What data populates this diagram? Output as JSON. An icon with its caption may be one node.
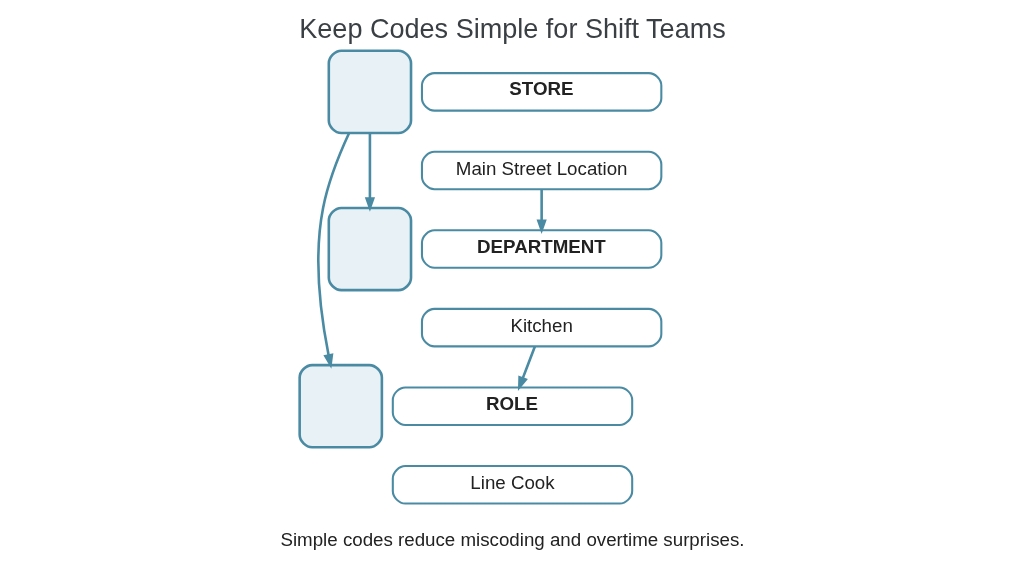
{
  "diagram": {
    "title": "Keep Codes Simple for Shift Teams",
    "caption": "Simple codes reduce miscoding and overtime surprises.",
    "nodes": [
      {
        "text": [],
        "shape": "box"
      },
      {
        "text": [
          "STORE"
        ]
      },
      {
        "text": [
          "Main Street Location"
        ]
      },
      {
        "text": [],
        "shape": "box"
      },
      {
        "text": [
          "DEPARTMENT"
        ]
      },
      {
        "text": [
          "Kitchen"
        ]
      },
      {
        "text": [],
        "shape": "box"
      },
      {
        "text": [
          "ROLE"
        ]
      },
      {
        "text": [
          "Line Cook"
        ]
      }
    ],
    "edges": [
      {
        "from": 2,
        "to": 4,
        "arrow": "to"
      },
      {
        "from": 0,
        "to": 3,
        "arrow": "to"
      },
      {
        "from": 0,
        "to": 6,
        "arrow": "to"
      },
      {
        "from": 5,
        "to": 7,
        "arrow": "to"
      }
    ]
  }
}
